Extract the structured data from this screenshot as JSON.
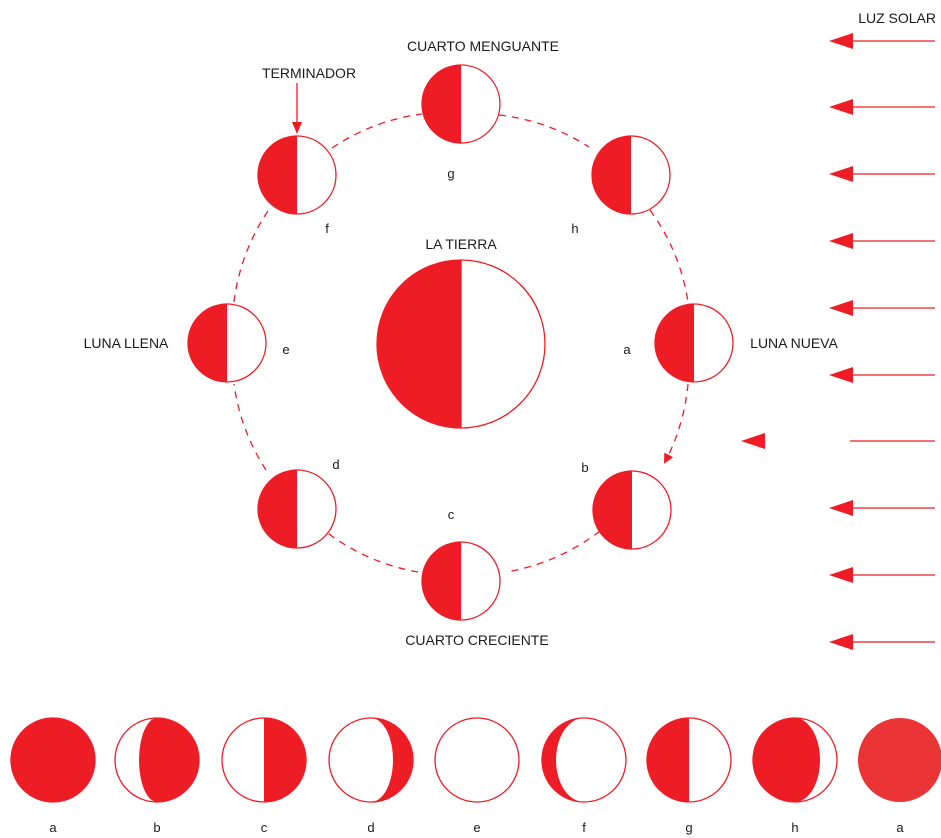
{
  "colors": {
    "red": "#ee1c25",
    "text": "#1a1a1a",
    "bg": "#ffffff",
    "full_moon_fill": "#ea3436"
  },
  "labels": {
    "sunlight": "LUZ SOLAR",
    "waning_quarter": "CUARTO MENGUANTE",
    "terminator": "TERMINADOR",
    "earth": "LA TIERRA",
    "full_moon": "LUNA LLENA",
    "new_moon": "LUNA NUEVA",
    "waxing_quarter": "CUARTO CRECIENTE"
  },
  "orbit_letters": {
    "a": "a",
    "b": "b",
    "c": "c",
    "d": "d",
    "e": "e",
    "f": "f",
    "g": "g",
    "h": "h"
  },
  "phase_letters": [
    "a",
    "b",
    "c",
    "d",
    "e",
    "f",
    "g",
    "h",
    "a"
  ]
}
